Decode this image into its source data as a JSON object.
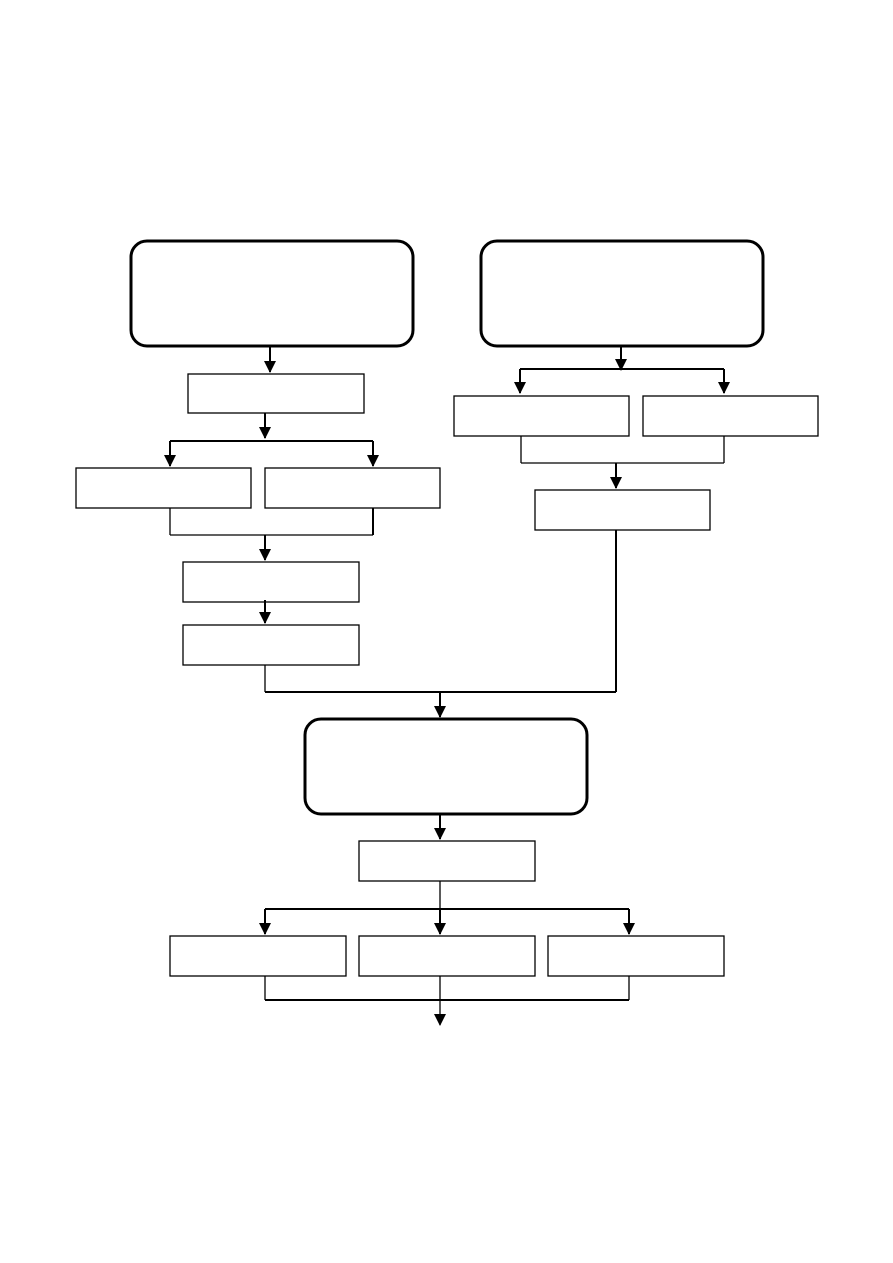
{
  "diagram": {
    "type": "flowchart",
    "colors": {
      "stroke": "#000000",
      "fill": "#ffffff"
    },
    "nodes": [
      {
        "id": "left-header-box",
        "shape": "rounded-rect",
        "text": ""
      },
      {
        "id": "right-header-box",
        "shape": "rounded-rect",
        "text": ""
      },
      {
        "id": "left-step-1-box",
        "shape": "rect",
        "text": ""
      },
      {
        "id": "left-branch-a-box",
        "shape": "rect",
        "text": ""
      },
      {
        "id": "left-branch-b-box",
        "shape": "rect",
        "text": ""
      },
      {
        "id": "left-step-2-box",
        "shape": "rect",
        "text": ""
      },
      {
        "id": "left-step-3-box",
        "shape": "rect",
        "text": ""
      },
      {
        "id": "right-branch-a-box",
        "shape": "rect",
        "text": ""
      },
      {
        "id": "right-branch-b-box",
        "shape": "rect",
        "text": ""
      },
      {
        "id": "right-step-1-box",
        "shape": "rect",
        "text": ""
      },
      {
        "id": "merge-box",
        "shape": "rounded-rect",
        "text": ""
      },
      {
        "id": "merge-step-box",
        "shape": "rect",
        "text": ""
      },
      {
        "id": "bottom-branch-a-box",
        "shape": "rect",
        "text": ""
      },
      {
        "id": "bottom-branch-b-box",
        "shape": "rect",
        "text": ""
      },
      {
        "id": "bottom-branch-c-box",
        "shape": "rect",
        "text": ""
      }
    ],
    "edges": [
      {
        "from": "left-header-box",
        "to": "left-step-1-box"
      },
      {
        "from": "left-step-1-box",
        "to": "left-branch-a-box"
      },
      {
        "from": "left-step-1-box",
        "to": "left-branch-b-box"
      },
      {
        "from": "left-branch-a-box",
        "to": "left-step-2-box"
      },
      {
        "from": "left-branch-b-box",
        "to": "left-step-2-box"
      },
      {
        "from": "left-step-2-box",
        "to": "left-step-3-box"
      },
      {
        "from": "left-step-3-box",
        "to": "merge-box"
      },
      {
        "from": "right-header-box",
        "to": "right-branch-a-box"
      },
      {
        "from": "right-header-box",
        "to": "right-branch-b-box"
      },
      {
        "from": "right-branch-a-box",
        "to": "right-step-1-box"
      },
      {
        "from": "right-branch-b-box",
        "to": "right-step-1-box"
      },
      {
        "from": "right-step-1-box",
        "to": "merge-box"
      },
      {
        "from": "merge-box",
        "to": "merge-step-box"
      },
      {
        "from": "merge-step-box",
        "to": "bottom-branch-a-box"
      },
      {
        "from": "merge-step-box",
        "to": "bottom-branch-b-box"
      },
      {
        "from": "merge-step-box",
        "to": "bottom-branch-c-box"
      },
      {
        "from": "bottom-branch-a-box",
        "to": "exit"
      },
      {
        "from": "bottom-branch-b-box",
        "to": "exit"
      },
      {
        "from": "bottom-branch-c-box",
        "to": "exit"
      }
    ]
  }
}
